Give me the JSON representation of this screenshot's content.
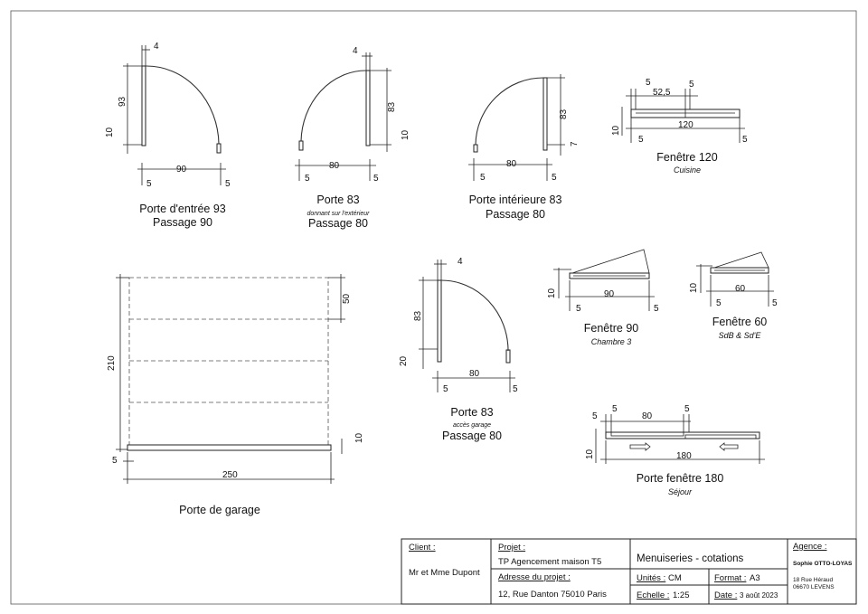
{
  "doors": {
    "entree": {
      "thickness": "4",
      "height": "93",
      "base": "10",
      "width": "90",
      "left": "5",
      "right": "5",
      "title": "Porte d'entrée 93",
      "passage": "Passage 90"
    },
    "porte83": {
      "thickness": "4",
      "height": "83",
      "base": "10",
      "width": "80",
      "left": "5",
      "right": "5",
      "title": "Porte 83",
      "note": "donnant sur l'extérieur",
      "passage": "Passage 80"
    },
    "interieure": {
      "height": "83",
      "base": "7",
      "width": "80",
      "left": "5",
      "right": "5",
      "title": "Porte intérieure 83",
      "passage": "Passage 80"
    },
    "garage_door": {
      "thickness": "4",
      "height": "83",
      "base": "20",
      "width": "80",
      "left": "5",
      "right": "5",
      "title": "Porte 83",
      "note": "accès garage",
      "passage": "Passage 80"
    }
  },
  "windows": {
    "f120": {
      "left": "5",
      "middle": "52,5",
      "right": "5",
      "total": "120",
      "base": "10",
      "bl": "5",
      "br": "5",
      "title": "Fenêtre 120",
      "room": "Cuisine"
    },
    "f90": {
      "base": "10",
      "width": "90",
      "left": "5",
      "right": "5",
      "title": "Fenêtre 90",
      "room": "Chambre 3"
    },
    "f60": {
      "base": "10",
      "width": "60",
      "left": "5",
      "right": "5",
      "title": "Fenêtre 60",
      "room": "SdB & Sd'E"
    },
    "pf180": {
      "a": "5",
      "b": "5",
      "middle": "80",
      "c": "5",
      "base": "10",
      "total": "180",
      "title": "Porte fenêtre 180",
      "room": "Séjour"
    }
  },
  "garage": {
    "height": "210",
    "panel": "50",
    "base": "10",
    "left": "5",
    "width": "250",
    "title": "Porte de garage"
  },
  "title_block": {
    "client_label": "Client :",
    "client": "Mr et Mme Dupont",
    "projet_label": "Projet :",
    "projet": "TP Agencement maison T5",
    "adresse_label": "Adresse du projet :",
    "adresse": "12, Rue Danton 75010 Paris",
    "sheet_title": "Menuiseries - cotations",
    "unites_label": "Unités :",
    "unites": "CM",
    "format_label": "Format :",
    "format": "A3",
    "echelle_label": "Echelle :",
    "echelle": "1:25",
    "date_label": "Date :",
    "date": "3 août 2023",
    "agence_label": "Agence :",
    "agence_name": "Sophie OTTO-LOYAS",
    "agence_address1": "18 Rue Héraud",
    "agence_address2": "06670 LEVENS"
  }
}
